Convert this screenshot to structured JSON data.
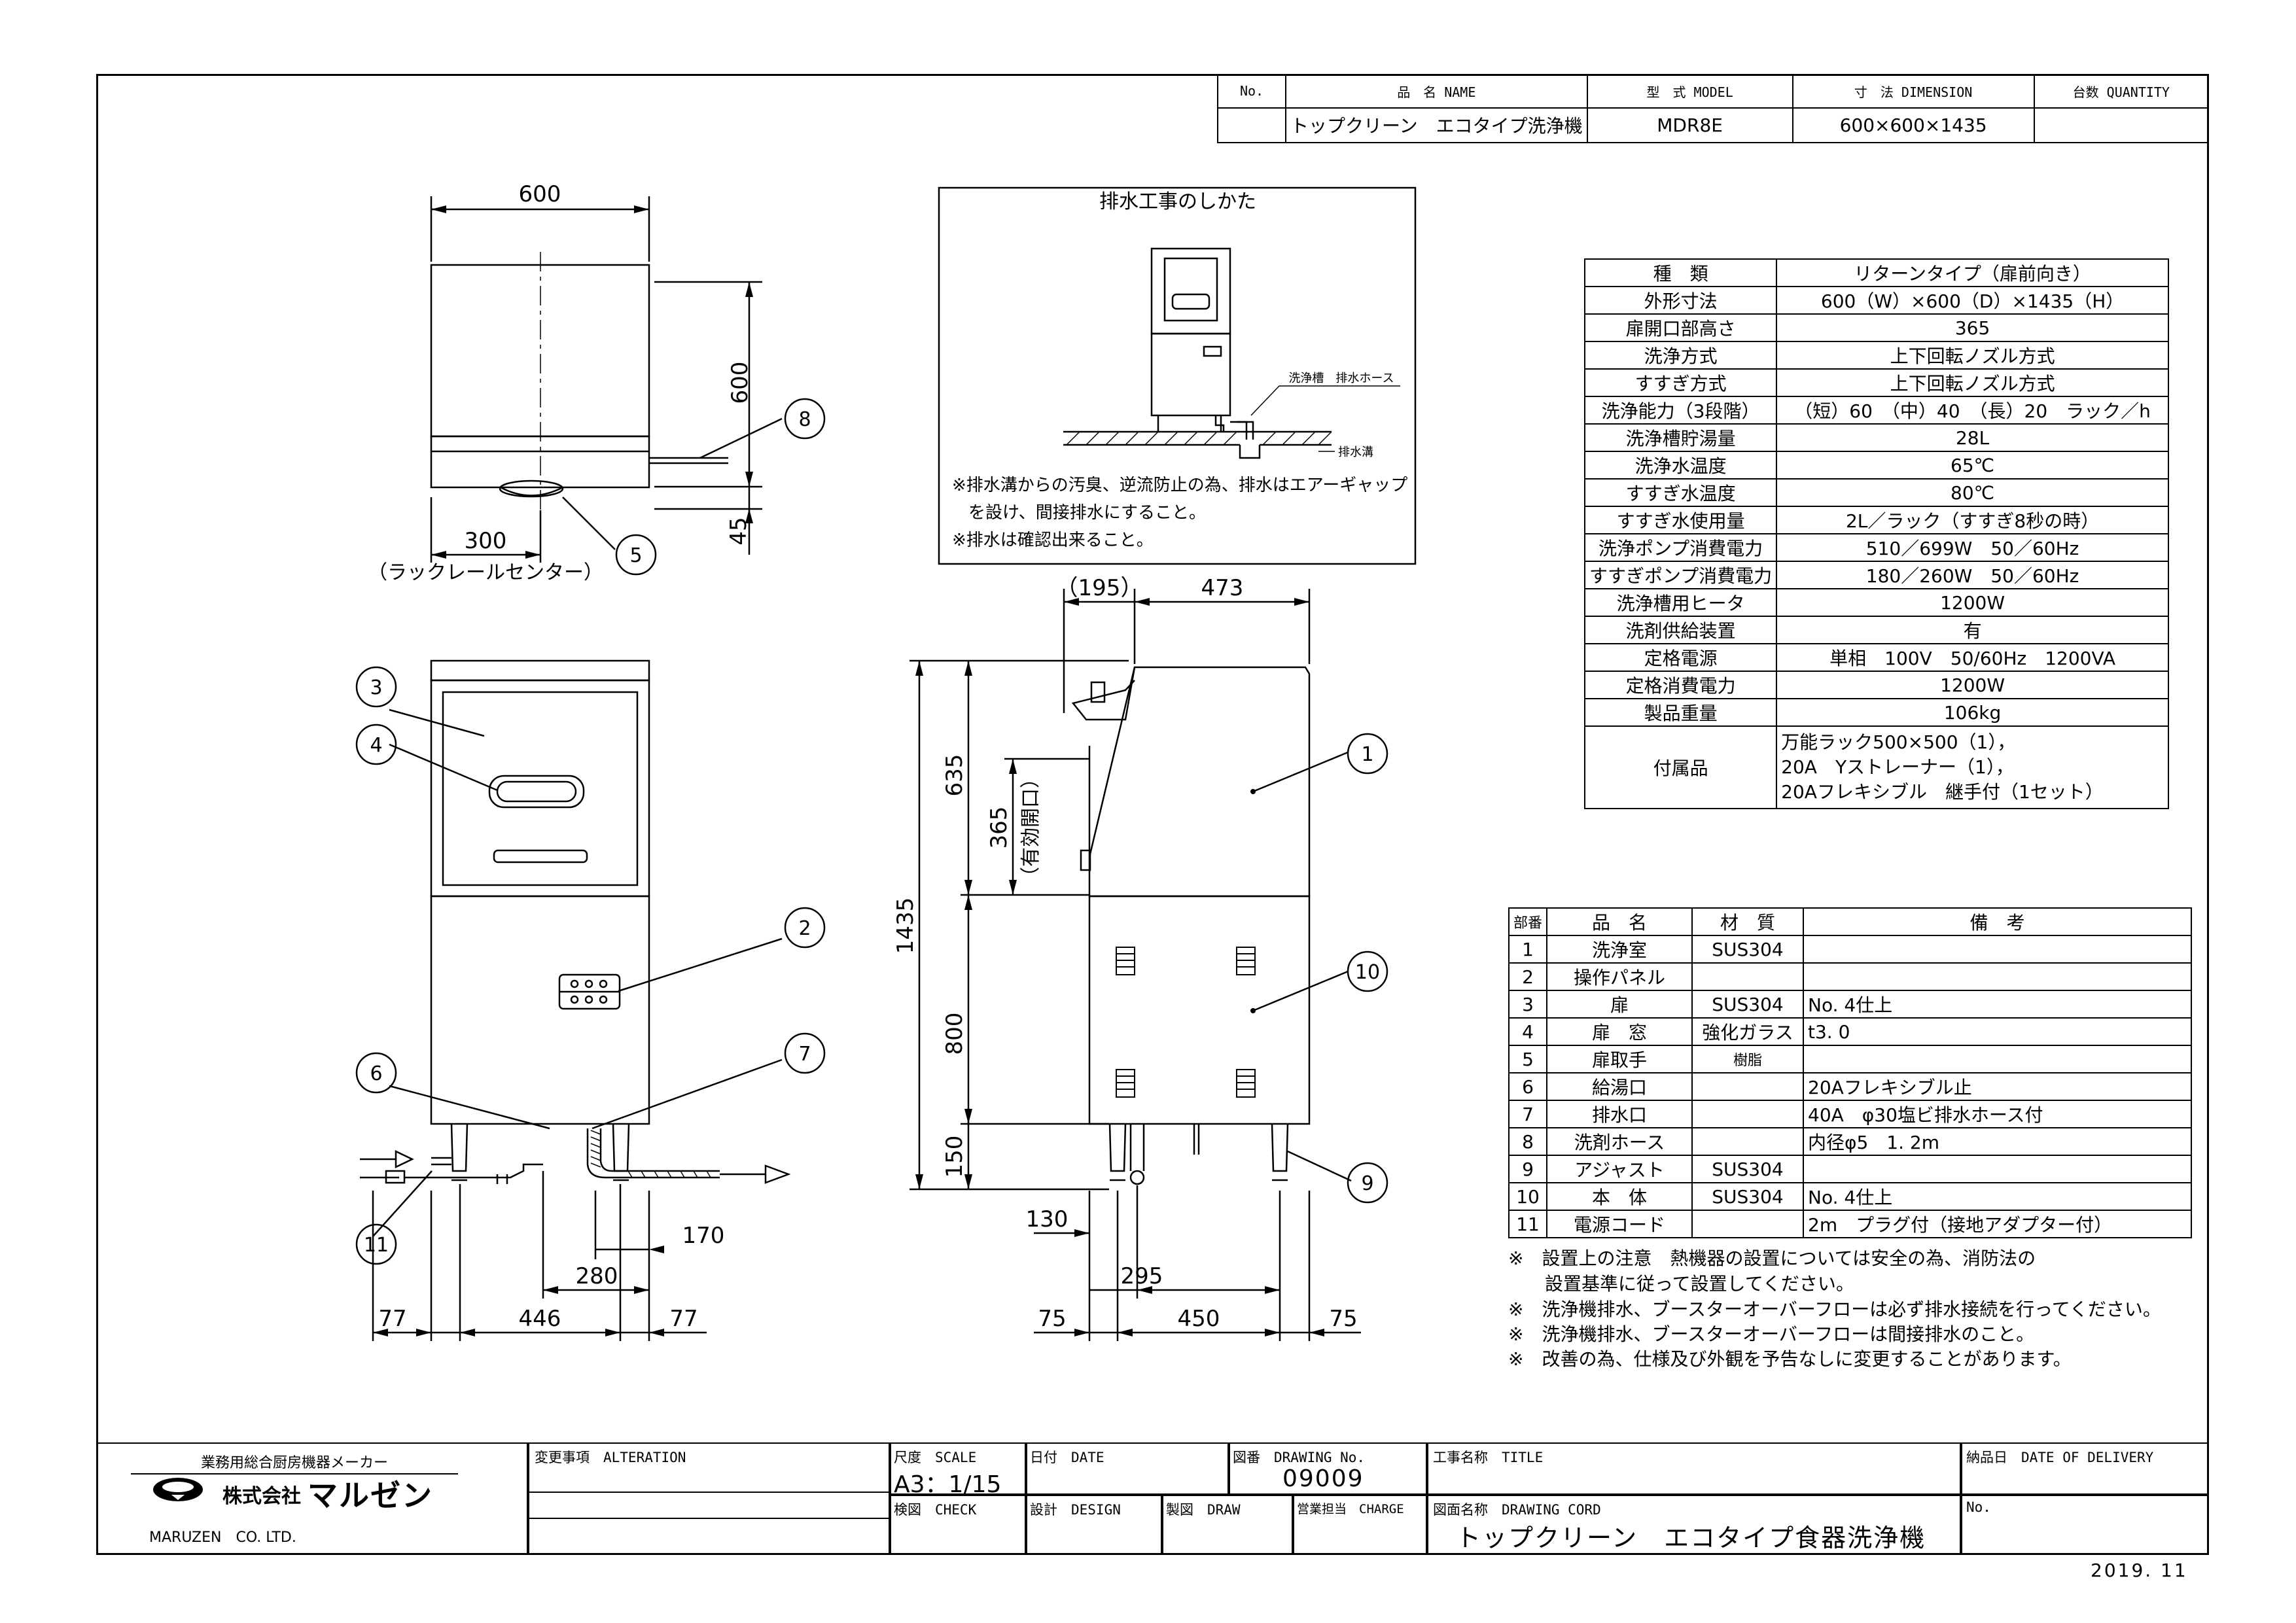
{
  "header": {
    "cols": [
      "No.",
      "品　名 NAME",
      "型　式 MODEL",
      "寸　法 DIMENSION",
      "台数 QUANTITY"
    ],
    "row": [
      "",
      "トップクリーン　エコタイプ洗浄機",
      "MDR8E",
      "600×600×1435",
      ""
    ]
  },
  "drain_box": {
    "title": "排水工事のしかた",
    "hose_label": "洗浄槽　排水ホース",
    "ditch_label": "排水溝",
    "notes": [
      "※排水溝からの汚臭、逆流防止の為、排水はエアーギャップ",
      "を設け、間接排水にすること。",
      "※排水は確認出来ること。"
    ]
  },
  "specs": [
    [
      "種　類",
      "リターンタイプ（扉前向き）"
    ],
    [
      "外形寸法",
      "600（W）×600（D）×1435（H）"
    ],
    [
      "扉開口部高さ",
      "365"
    ],
    [
      "洗浄方式",
      "上下回転ノズル方式"
    ],
    [
      "すすぎ方式",
      "上下回転ノズル方式"
    ],
    [
      "洗浄能力（3段階）",
      "（短）60　（中）40　（長）20　ラック／h"
    ],
    [
      "洗浄槽貯湯量",
      "28L"
    ],
    [
      "洗浄水温度",
      "65℃"
    ],
    [
      "すすぎ水温度",
      "80℃"
    ],
    [
      "すすぎ水使用量",
      "2L／ラック（すすぎ8秒の時）"
    ],
    [
      "洗浄ポンプ消費電力",
      "510／699W　50／60Hz"
    ],
    [
      "すすぎポンプ消費電力",
      "180／260W　50／60Hz"
    ],
    [
      "洗浄槽用ヒータ",
      "1200W"
    ],
    [
      "洗剤供給装置",
      "有"
    ],
    [
      "定格電源",
      "単相　100V　50/60Hz　1200VA"
    ],
    [
      "定格消費電力",
      "1200W"
    ],
    [
      "製品重量",
      "106kg"
    ]
  ],
  "spec_accessories": {
    "label": "付属品",
    "lines": [
      "万能ラック500×500（1），",
      "20A　Yストレーナー（1），",
      "20Aフレキシブル　継手付（1セット）"
    ]
  },
  "parts_header": [
    "部番",
    "品　名",
    "材　質",
    "備　考"
  ],
  "parts": [
    [
      "1",
      "洗浄室",
      "SUS304",
      ""
    ],
    [
      "2",
      "操作パネル",
      "",
      ""
    ],
    [
      "3",
      "扉",
      "SUS304",
      "No. 4仕上"
    ],
    [
      "4",
      "扉　窓",
      "強化ガラス",
      "t3. 0"
    ],
    [
      "5",
      "扉取手",
      "樹脂",
      ""
    ],
    [
      "6",
      "給湯口",
      "",
      "20Aフレキシブル止"
    ],
    [
      "7",
      "排水口",
      "",
      "40A　φ30塩ビ排水ホース付"
    ],
    [
      "8",
      "洗剤ホース",
      "",
      "内径φ5　1. 2m"
    ],
    [
      "9",
      "アジャスト",
      "SUS304",
      ""
    ],
    [
      "10",
      "本　体",
      "SUS304",
      "No. 4仕上"
    ],
    [
      "11",
      "電源コード",
      "",
      "2m　プラグ付（接地アダプター付）"
    ]
  ],
  "notes": [
    "※　設置上の注意　熱機器の設置については安全の為、消防法の",
    "　　設置基準に従って設置してください。",
    "※　洗浄機排水、ブースターオーバーフローは必ず排水接続を行ってください。",
    "※　洗浄機排水、ブースターオーバーフローは間接排水のこと。",
    "※　改善の為、仕様及び外観を予告なしに変更することがあります。"
  ],
  "dims": {
    "top_width": "600",
    "top_depth": "600",
    "top_45": "45",
    "top_300": "300",
    "rail_center": "（ラックレールセンター）",
    "front_77a": "77",
    "front_446": "446",
    "front_77b": "77",
    "front_280": "280",
    "front_170": "170",
    "side_195": "（195）",
    "side_473": "473",
    "side_635": "635",
    "side_365": "365",
    "side_opening": "（有効開口）",
    "side_1435": "1435",
    "side_800": "800",
    "side_150": "150",
    "side_130": "130",
    "side_295": "295",
    "side_75a": "75",
    "side_450": "450",
    "side_75b": "75"
  },
  "callouts": [
    "1",
    "2",
    "3",
    "4",
    "5",
    "6",
    "7",
    "8",
    "9",
    "10",
    "11"
  ],
  "title_block": {
    "maker_caption": "業務用総合厨房機器メーカー",
    "company_prefix": "株式会社",
    "company_brand": "マルゼン",
    "company_en": "MARUZEN　CO. LTD.",
    "alteration": "変更事項　ALTERATION",
    "scale_label": "尺度　SCALE",
    "scale_value": "A3：1/15",
    "date_label": "日付　DATE",
    "drawing_no_label": "図番　DRAWING No.",
    "drawing_no": "09009",
    "title_label": "工事名称　TITLE",
    "delivery_label": "納品日　DATE OF DELIVERY",
    "check_label": "検図　CHECK",
    "design_label": "設計　DESIGN",
    "draw_label": "製図　DRAW",
    "charge_label": "営業担当　CHARGE",
    "drawing_cord_label": "図面名称　DRAWING CORD",
    "drawing_name": "トップクリーン　エコタイプ食器洗浄機",
    "no_label": "No.",
    "date_footer": "2019. 11"
  }
}
